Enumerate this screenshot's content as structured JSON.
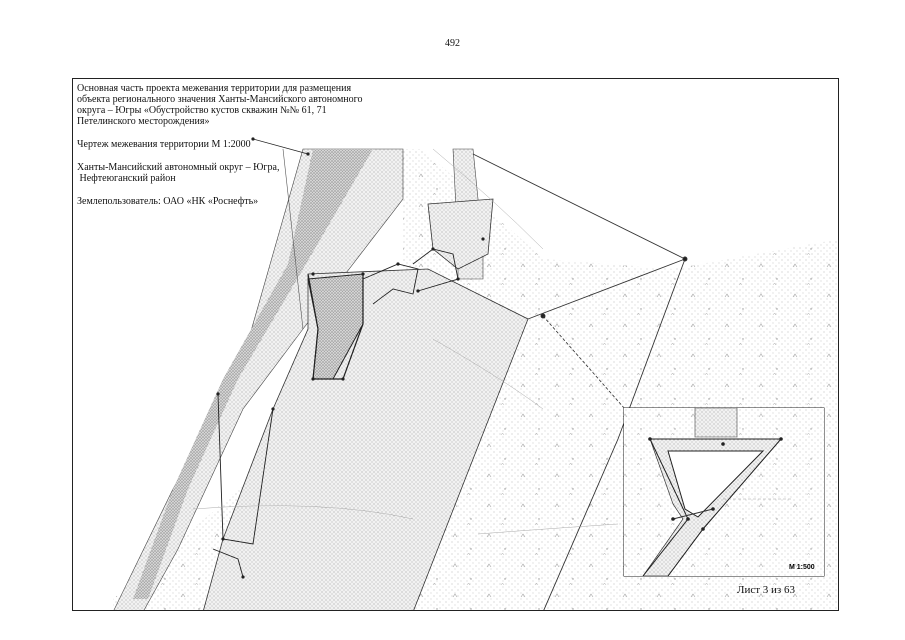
{
  "page_number": "492",
  "title_block": {
    "line1": "Основная часть проекта межевания территории для размещения",
    "line2": "объекта регионального значения Ханты-Мансийского автономного",
    "line3": "округа – Югры «Обустройство кустов скважин №№ 61, 71",
    "line4": "Петелинского месторождения»",
    "drawing_title": "Чертеж межевания территории М 1:2000",
    "region_line1": "Ханты-Мансийский автономный округ – Югра,",
    "region_line2": " Нефтеюганский район",
    "land_user": "Землепользователь: ОАО «НК «Роснефть»"
  },
  "inset": {
    "scale": "М 1:500"
  },
  "sheet_label": "Лист 3 из 63"
}
